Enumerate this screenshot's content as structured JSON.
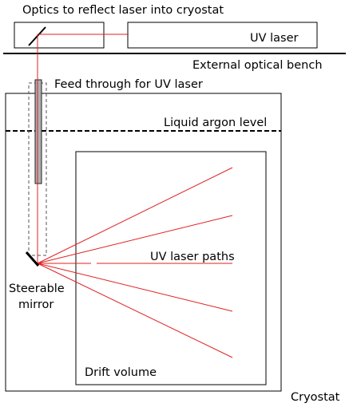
{
  "labels": {
    "optics": "Optics to reflect laser into cryostat",
    "uv_laser": "UV laser",
    "bench": "External optical bench",
    "feedthrough": "Feed through for UV laser",
    "liquid_argon": "Liquid argon level",
    "laser_paths": "UV laser paths",
    "steerable_line1": "Steerable",
    "steerable_line2": "mirror",
    "drift_volume": "Drift volume",
    "cryostat": "Cryostat"
  },
  "colors": {
    "laser": "#e02020",
    "outline": "#000000",
    "feedthrough_border": "#555555",
    "tube_fill": "#b0b0b0"
  }
}
